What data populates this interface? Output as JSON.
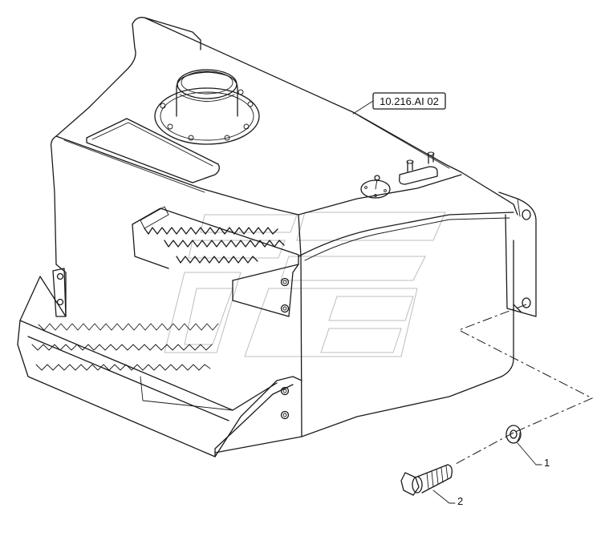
{
  "reference_box": {
    "text": "10.216.AI 02"
  },
  "callouts": [
    {
      "id": "callout-1",
      "number": "1",
      "part": "washer"
    },
    {
      "id": "callout-2",
      "number": "2",
      "part": "bolt"
    }
  ]
}
